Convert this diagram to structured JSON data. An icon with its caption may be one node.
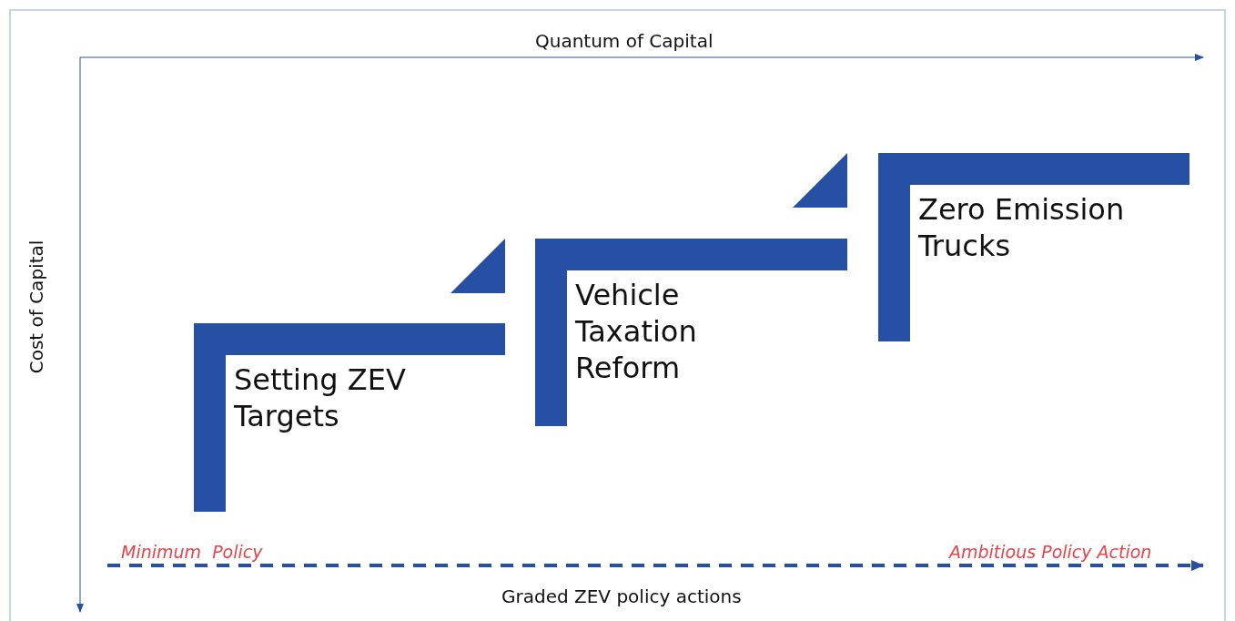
{
  "diagram": {
    "nodes": [
      {
        "text": [
          "Setting ZEV Targets"
        ]
      },
      {
        "text": [
          "Vehicle Taxation Reform"
        ]
      },
      {
        "text": [
          "Zero Emission Trucks"
        ]
      }
    ],
    "labels": [
      "Quantum of Capital",
      "Cost of Capital",
      "Minimum  Policy",
      "Ambitious Policy Action",
      "Graded ZEV policy actions"
    ]
  }
}
